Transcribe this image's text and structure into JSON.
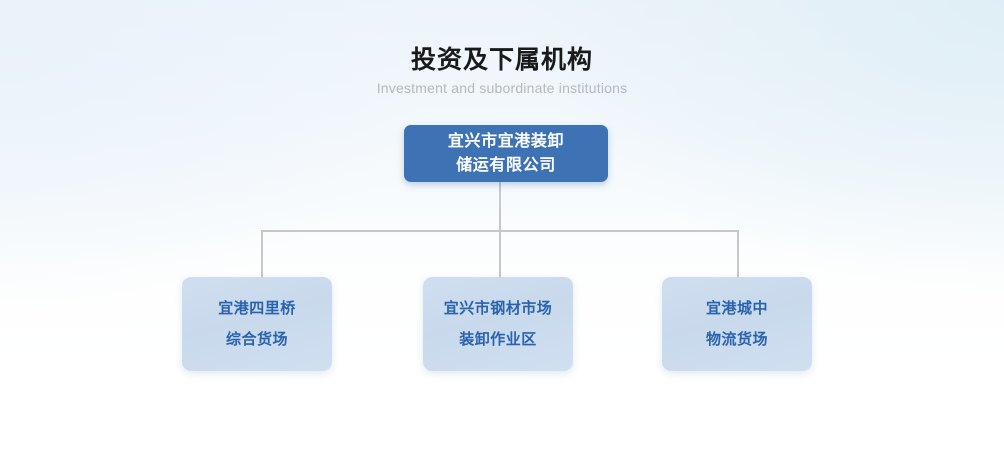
{
  "heading": {
    "title": "投资及下属机构",
    "subtitle": "Investment and subordinate institutions"
  },
  "org_chart": {
    "root": {
      "lines": [
        "宜兴市宜港装卸",
        "储运有限公司"
      ],
      "full_name": "宜兴市宜港装卸储运有限公司"
    },
    "children": [
      {
        "lines": [
          "宜港四里桥",
          "综合货场"
        ],
        "full_name": "宜港四里桥综合货场"
      },
      {
        "lines": [
          "宜兴市钢材市场",
          "装卸作业区"
        ],
        "full_name": "宜兴市钢材市场装卸作业区"
      },
      {
        "lines": [
          "宜港城中",
          "物流货场"
        ],
        "full_name": "宜港城中物流货场"
      }
    ]
  },
  "colors": {
    "root_node_background": "#3d72b4",
    "root_node_text": "#ffffff",
    "child_node_background": "#c9d9ec",
    "child_node_text": "#2a63ad",
    "connector_line": "#c6c7c9",
    "title_text": "#1a1a1a",
    "subtitle_text": "#b6b9bd",
    "page_background_top": "#edf4fa",
    "page_background_bottom": "#ffffff"
  }
}
